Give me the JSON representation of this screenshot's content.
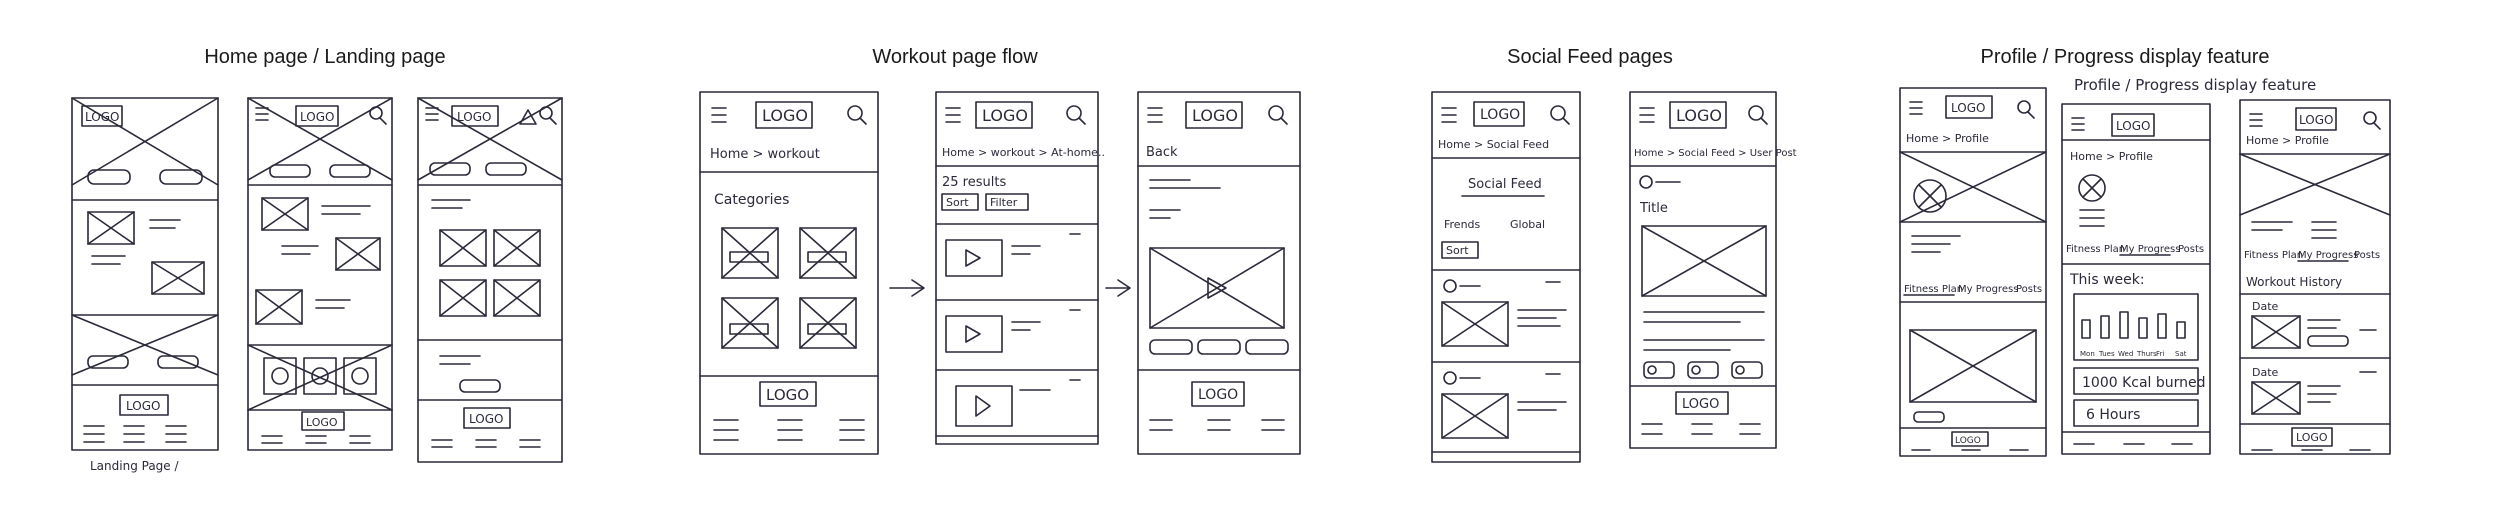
{
  "sections": [
    {
      "id": "home",
      "title": "Home page / Landing page"
    },
    {
      "id": "workout",
      "title": "Workout page flow"
    },
    {
      "id": "social",
      "title": "Social Feed pages"
    },
    {
      "id": "profile",
      "title": "Profile / Progress display feature"
    }
  ],
  "sketch": {
    "logo": "LOGO",
    "home_caption": "Landing Page /",
    "workout": {
      "crumb": "Home > workout",
      "categories": "Categories",
      "crumb_list": "Home > workout > At-home..",
      "results": "25 results",
      "sort": "Sort",
      "filter": "Filter",
      "back": "Back"
    },
    "social": {
      "crumb": "Home > Social Feed",
      "heading": "Social Feed",
      "friends": "Frends",
      "global": "Global",
      "sort": "Sort",
      "crumb_post": "Home > Social Feed > User Post",
      "title": "Title"
    },
    "profile": {
      "handwritten_title": "Profile / Progress display feature",
      "crumb": "Home > Profile",
      "fitness_plan": "Fitness Plan",
      "my_progress": "My Progress",
      "posts": "Posts",
      "this_week": "This week:",
      "days": [
        "Mon",
        "Tues",
        "Wed",
        "Thurs",
        "Fri",
        "Sat"
      ],
      "kcal": "1000 Kcal burned",
      "hours": "6 Hours",
      "history": "Workout History",
      "date": "Date"
    }
  }
}
